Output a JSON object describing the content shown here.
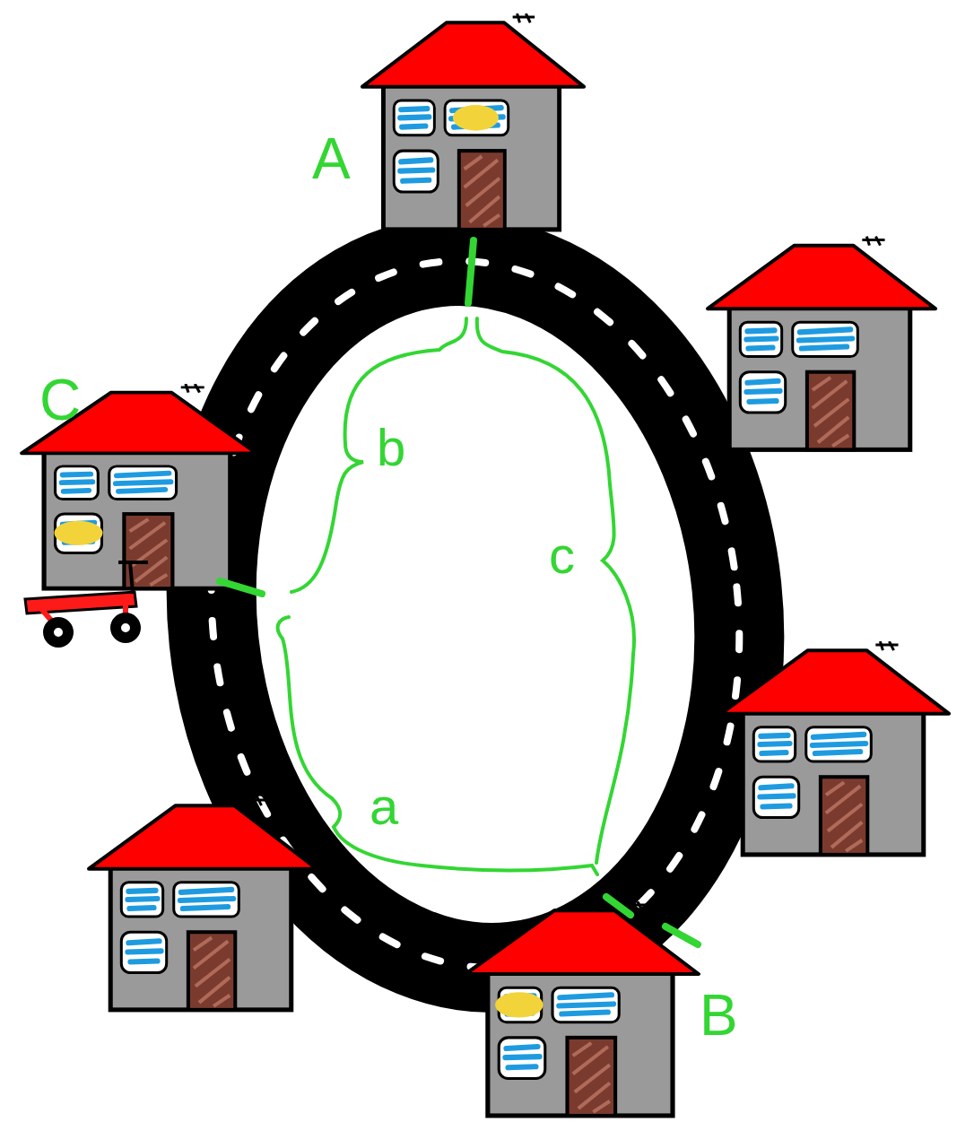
{
  "diagram": {
    "nodes": [
      {
        "text": [
          "A"
        ]
      },
      {
        "text": [
          "C"
        ]
      },
      {
        "text": [
          "B"
        ]
      }
    ],
    "labels": [
      "b",
      "c",
      "a"
    ]
  }
}
